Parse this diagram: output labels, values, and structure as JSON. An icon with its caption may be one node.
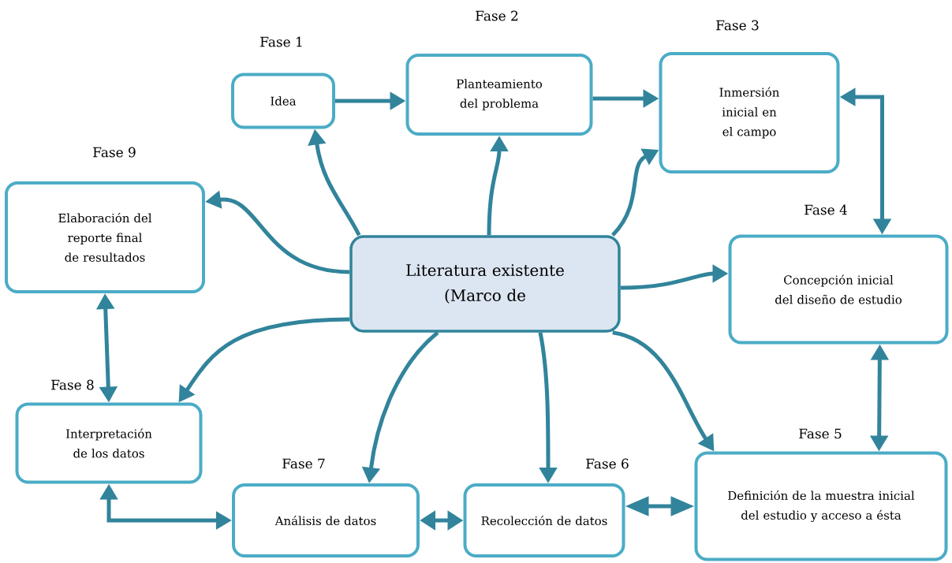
{
  "diagram": {
    "nodes": [
      {
        "text": [
          "Idea"
        ],
        "beside": [
          "Fase 1"
        ]
      },
      {
        "text": [
          "Planteamiento del problema"
        ],
        "beside": [
          "Fase 2"
        ]
      },
      {
        "text": [
          "Inmersión inicial en el campo"
        ],
        "beside": [
          "Fase 3"
        ]
      },
      {
        "text": [
          "Concepción inicial del diseño de estudio"
        ],
        "beside": [
          "Fase 4"
        ]
      },
      {
        "text": [
          "Definición de la muestra inicial del estudio y acceso a ésta"
        ],
        "beside": [
          "Fase 5"
        ]
      },
      {
        "text": [
          "Recolección de datos"
        ],
        "beside": [
          "Fase 6"
        ]
      },
      {
        "text": [
          "Análisis de datos"
        ],
        "beside": [
          "Fase 7"
        ]
      },
      {
        "text": [
          "Interpretación de los datos"
        ],
        "beside": [
          "Fase 8"
        ]
      },
      {
        "text": [
          "Elaboración del reporte final de resultados"
        ],
        "beside": [
          "Fase 9"
        ]
      },
      {
        "text": [
          "Literatura existente (Marco de"
        ]
      }
    ],
    "edges": [
      {
        "from": 0,
        "to": 1,
        "arrow": "to"
      },
      {
        "from": 1,
        "to": 2,
        "arrow": "to"
      },
      {
        "from": 2,
        "to": 3,
        "arrow": "both"
      },
      {
        "from": 3,
        "to": 4,
        "arrow": "both"
      },
      {
        "from": 4,
        "to": 5,
        "arrow": "both"
      },
      {
        "from": 5,
        "to": 6,
        "arrow": "both"
      },
      {
        "from": 6,
        "to": 7,
        "arrow": "both"
      },
      {
        "from": 7,
        "to": 8,
        "arrow": "both"
      },
      {
        "from": 9,
        "to": 0,
        "arrow": "to"
      },
      {
        "from": 9,
        "to": 1,
        "arrow": "to"
      },
      {
        "from": 9,
        "to": 2,
        "arrow": "to"
      },
      {
        "from": 9,
        "to": 3,
        "arrow": "to"
      },
      {
        "from": 9,
        "to": 4,
        "arrow": "to"
      },
      {
        "from": 9,
        "to": 5,
        "arrow": "to"
      },
      {
        "from": 9,
        "to": 6,
        "arrow": "to"
      },
      {
        "from": 9,
        "to": 7,
        "arrow": "to"
      },
      {
        "from": 9,
        "to": 8,
        "arrow": "to"
      }
    ]
  }
}
